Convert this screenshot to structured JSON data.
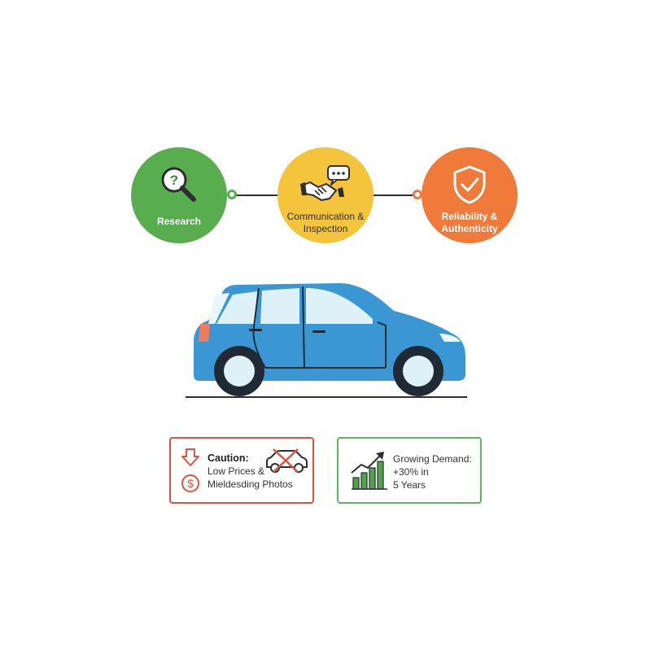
{
  "steps": [
    {
      "label": "Research",
      "color": "#58ad4f",
      "icon": "magnifier-question-icon"
    },
    {
      "label": "Communication & Inspection",
      "color": "#f4c43c",
      "icon": "handshake-chat-icon"
    },
    {
      "label": "Reliability & Authenticity",
      "color": "#f07a3a",
      "icon": "shield-check-icon"
    }
  ],
  "car": {
    "color": "#3a97d4",
    "icon": "hatchback-car-icon"
  },
  "caution_card": {
    "title": "Caution:",
    "line1": "Low Prices &",
    "line2": "Mieldesding Photos",
    "border_color": "#e0533b",
    "icons": [
      "down-arrow-icon",
      "dollar-coin-icon",
      "crossed-car-icon"
    ]
  },
  "growth_card": {
    "line1": "Growing Demand:",
    "line2": "+30% in",
    "line3": "5 Years",
    "border_color": "#5cb85c",
    "icons": [
      "rising-bar-chart-icon"
    ]
  }
}
